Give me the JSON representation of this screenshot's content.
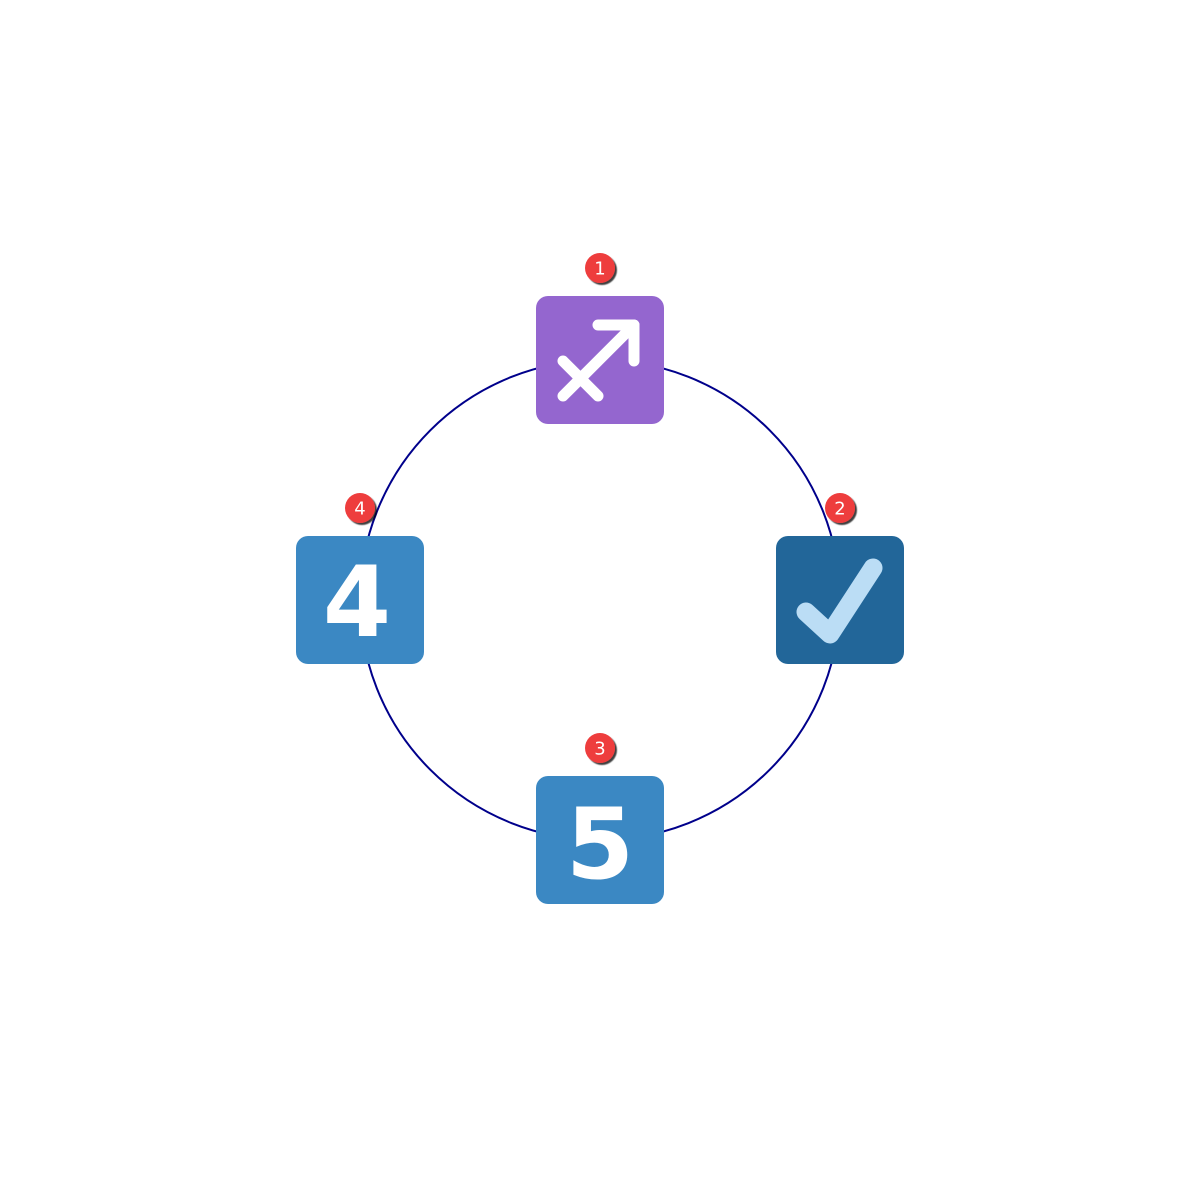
{
  "nodes": [
    {
      "order": "1",
      "icon": "sagittarius-icon",
      "color": "#9466cf"
    },
    {
      "order": "2",
      "icon": "check-mark-icon",
      "color": "#226699"
    },
    {
      "order": "3",
      "icon": "keycap-digit-five-icon",
      "label": "5",
      "color": "#3b88c3"
    },
    {
      "order": "4",
      "icon": "keycap-digit-four-icon",
      "label": "4",
      "color": "#3b88c3"
    }
  ],
  "colors": {
    "ring": "#00008b",
    "badge_fill": "#ee3d3d",
    "badge_text": "#ffffff",
    "check_mark": "#bbddf5",
    "glyph": "#ffffff"
  }
}
